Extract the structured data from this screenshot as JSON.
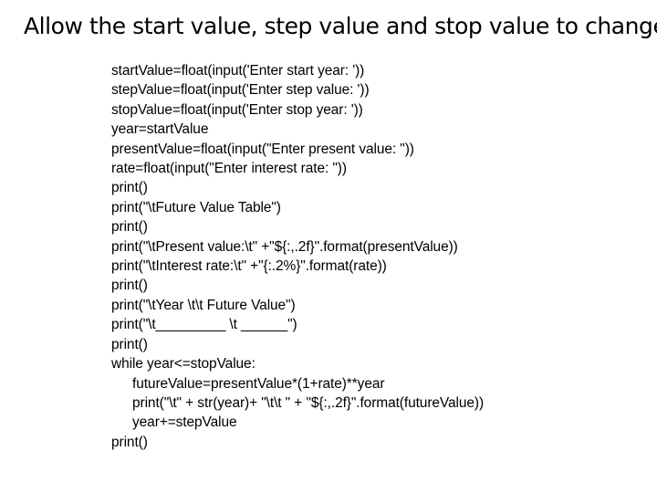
{
  "slide": {
    "title": "Allow the start value, step value and stop value to change",
    "background_color": "#ffffff",
    "text_color": "#000000"
  },
  "code": {
    "language": "python",
    "lines": [
      {
        "text": "startValue=float(input('Enter start year: '))",
        "indent": 0
      },
      {
        "text": "stepValue=float(input('Enter step value: '))",
        "indent": 0
      },
      {
        "text": "stopValue=float(input('Enter stop year: '))",
        "indent": 0
      },
      {
        "text": "year=startValue",
        "indent": 0
      },
      {
        "text": "presentValue=float(input(\"Enter present value: \"))",
        "indent": 0
      },
      {
        "text": "rate=float(input(\"Enter interest rate: \"))",
        "indent": 0
      },
      {
        "text": "print()",
        "indent": 0
      },
      {
        "text": "print(\"\\tFuture Value Table\")",
        "indent": 0
      },
      {
        "text": "print()",
        "indent": 0
      },
      {
        "text": "print(\"\\tPresent value:\\t\" +\"${:,.2f}\".format(presentValue))",
        "indent": 0
      },
      {
        "text": "print(\"\\tInterest rate:\\t\" +\"{:.2%}\".format(rate))",
        "indent": 0
      },
      {
        "text": "print()",
        "indent": 0
      },
      {
        "text": "print(\"\\tYear \\t\\t Future Value\")",
        "indent": 0
      },
      {
        "text": "print(\"\\t_________ \\t ______\")",
        "indent": 0
      },
      {
        "text": "print()",
        "indent": 0
      },
      {
        "text": "while year<=stopValue:",
        "indent": 0
      },
      {
        "text": "futureValue=presentValue*(1+rate)**year",
        "indent": 1
      },
      {
        "text": "print(\"\\t\" + str(year)+ \"\\t\\t \" + \"${:,.2f}\".format(futureValue))",
        "indent": 1
      },
      {
        "text": "year+=stepValue",
        "indent": 1
      },
      {
        "text": "print()",
        "indent": 0
      }
    ]
  }
}
